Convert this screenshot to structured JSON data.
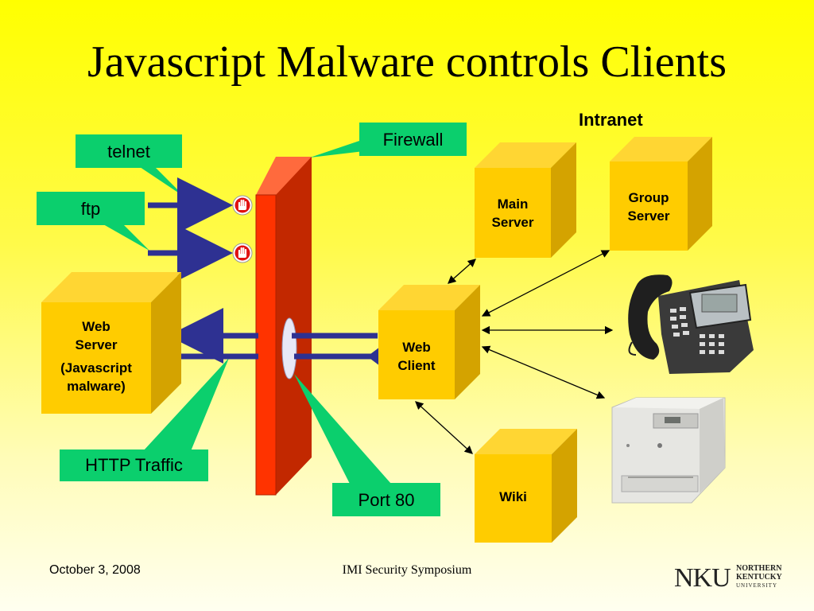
{
  "title": "Javascript Malware controls Clients",
  "labels": {
    "intranet": "Intranet",
    "firewall": "Firewall",
    "telnet": "telnet",
    "ftp": "ftp",
    "http_traffic": "HTTP Traffic",
    "port_80": "Port 80"
  },
  "boxes": {
    "web_server_line1": "Web",
    "web_server_line2": "Server",
    "web_server_line3": "(Javascript",
    "web_server_line4": "malware)",
    "web_client_line1": "Web",
    "web_client_line2": "Client",
    "main_server_line1": "Main",
    "main_server_line2": "Server",
    "group_server_line1": "Group",
    "group_server_line2": "Server",
    "wiki": "Wiki"
  },
  "footer": {
    "date": "October 3, 2008",
    "event": "IMI Security Symposium"
  },
  "logo": {
    "mark": "NKU",
    "line1": "NORTHERN",
    "line2": "KENTUCKY",
    "line3": "UNIVERSITY"
  },
  "colors": {
    "callout_green": "#0bcf6d",
    "box_front": "#ffcc00",
    "box_side": "#d4a300",
    "firewall_front": "#ff3300",
    "firewall_side": "#c22800",
    "arrow_blue": "#2e3192"
  },
  "icons": [
    "stop-hand-icon",
    "stop-hand-icon",
    "desk-phone-icon",
    "laser-printer-icon"
  ]
}
